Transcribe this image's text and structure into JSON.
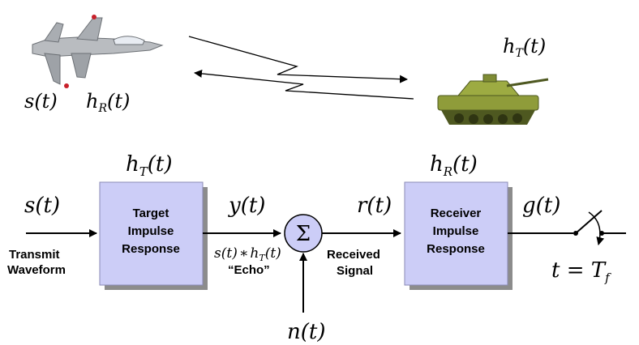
{
  "scene": {
    "aircraft_labels": {
      "s": "s(t)",
      "hR_main": "h",
      "hR_sub": "R",
      "hR_arg": "(t)"
    },
    "tank_label": {
      "main": "h",
      "sub": "T",
      "arg": "(t)"
    }
  },
  "diagram": {
    "input_signal": "s(t)",
    "input_desc_line1": "Transmit",
    "input_desc_line2": "Waveform",
    "target_block": {
      "header_main": "h",
      "header_sub": "T",
      "header_arg": "(t)",
      "line1": "Target",
      "line2": "Impulse",
      "line3": "Response"
    },
    "echo_signal": "y(t)",
    "convolution": {
      "s": "s(t)",
      "star": "∗",
      "h": "h",
      "sub": "T",
      "arg": "(t)"
    },
    "echo_label": "“Echo”",
    "summer_symbol": "Σ",
    "noise_signal": "n(t)",
    "received_signal": "r(t)",
    "received_desc_line1": "Received",
    "received_desc_line2": "Signal",
    "receiver_block": {
      "header_main": "h",
      "header_sub": "R",
      "header_arg": "(t)",
      "line1": "Receiver",
      "line2": "Impulse",
      "line3": "Response"
    },
    "output_signal": "g(t)",
    "sample_time": {
      "lhs": "t = T",
      "sub": "f"
    }
  },
  "colors": {
    "block_fill": "#cccdf7",
    "block_shadow": "#8c8c8c",
    "summer_fill": "#cccdf7",
    "tank_body": "#8f9c3a",
    "tank_dark": "#4e5820",
    "jet_body": "#b9bcc0",
    "jet_tip": "#c8202a"
  }
}
